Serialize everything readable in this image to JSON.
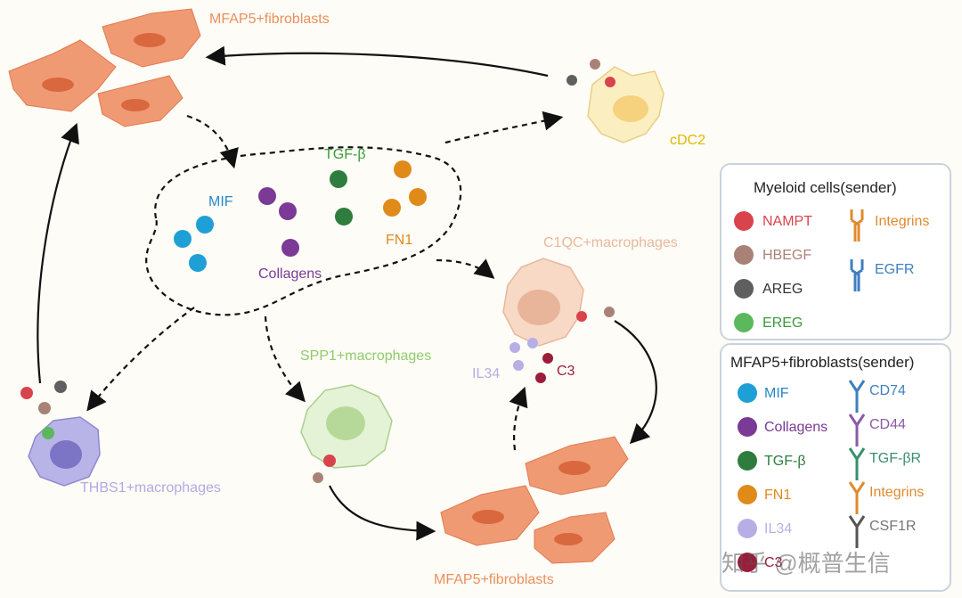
{
  "cells": {
    "mfap5_top": "MFAP5+fibroblasts",
    "mfap5_bottom": "MFAP5+fibroblasts",
    "cdc2": "cDC2",
    "c1qc": "C1QC+macrophages",
    "spp1": "SPP1+macrophages",
    "thbs1": "THBS1+macrophages"
  },
  "ligands": {
    "mif": "MIF",
    "tgfb": "TGF-β",
    "fn1": "FN1",
    "collagens": "Collagens",
    "il34": "IL34",
    "c3": "C3"
  },
  "legend_myeloid": {
    "title": "Myeloid cells(sender)",
    "items": [
      {
        "label": "NAMPT",
        "color": "#d9434c",
        "type": "dot"
      },
      {
        "label": "HBEGF",
        "color": "#a98277",
        "type": "dot"
      },
      {
        "label": "AREG",
        "color": "#5f5f5f",
        "type": "dot"
      },
      {
        "label": "EREG",
        "color": "#5cb85c",
        "type": "dot"
      }
    ],
    "receptors": [
      {
        "label": "Integrins",
        "color": "#e08a2e"
      },
      {
        "label": "EGFR",
        "color": "#3f7fbf"
      }
    ]
  },
  "legend_fibro": {
    "title": "MFAP5+fibroblasts(sender)",
    "items": [
      {
        "label": "MIF",
        "color": "#1e9fd6"
      },
      {
        "label": "Collagens",
        "color": "#7a3a95"
      },
      {
        "label": "TGF-β",
        "color": "#2e7d3e"
      },
      {
        "label": "FN1",
        "color": "#e08a1a"
      },
      {
        "label": "IL34",
        "color": "#b7aee6"
      },
      {
        "label": "C3",
        "color": "#9b1d3a"
      }
    ],
    "receptors": [
      {
        "label": "CD74",
        "color": "#3f7fbf"
      },
      {
        "label": "CD44",
        "color": "#8a5aa8"
      },
      {
        "label": "TGF-βR",
        "color": "#3a8f6c"
      },
      {
        "label": "Integrins",
        "color": "#e08a2e"
      },
      {
        "label": "CSF1R",
        "color": "#555555"
      }
    ]
  },
  "watermark": "知乎 @概普生信",
  "colors": {
    "fibroblast": "#f09a74",
    "fibro_nucleus": "#d9683e",
    "cdc2": "#fbefc2",
    "c1qc": "#f8d9c6",
    "spp1": "#e4f3d6",
    "thbs1": "#b9b4e8",
    "arrow": "#111111"
  }
}
